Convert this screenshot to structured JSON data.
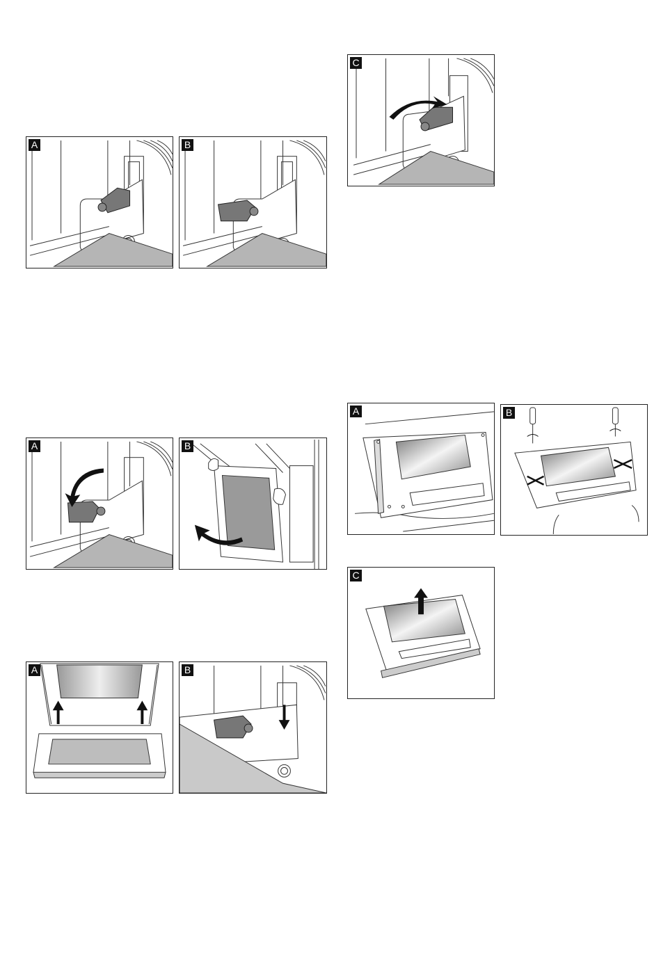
{
  "figures": {
    "fig1": {
      "label_a": "A",
      "label_b": "B"
    },
    "fig2": {
      "label_c": "C"
    },
    "fig3": {
      "label_a": "A",
      "label_b": "B"
    },
    "fig4": {
      "label_a": "A",
      "label_b": "B",
      "label_c": "C"
    },
    "fig5": {
      "label_a": "A",
      "label_b": "B"
    }
  }
}
